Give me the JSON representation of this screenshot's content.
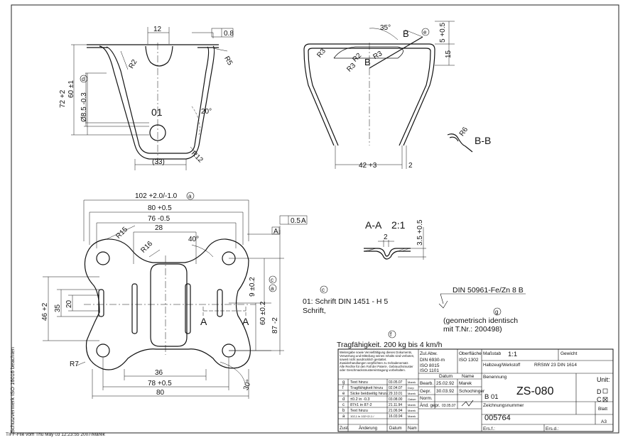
{
  "side_note": "Schutzvermerk ISO 16016 beachten",
  "footer_note": "TIFF-File vom Thu May 03 12:23:55 2007/Marek",
  "drawing": {
    "top_left": {
      "d1": "12",
      "tol": "0.8",
      "r2": "R2",
      "r5": "R5",
      "h1": "72 +2",
      "h2": "60 ±1",
      "hole": "Ø8.5 -0.3",
      "circ_d": "d",
      "part": "01",
      "angle": "20°",
      "r12": "R12",
      "d33": "(33)"
    },
    "top_right": {
      "angle": "35°",
      "b": "B",
      "circ_e": "e",
      "h": "5 +0.5",
      "h15": "15",
      "r3a": "R3",
      "r2": "R2",
      "r3b": "R3",
      "r3c": "R3",
      "b2": "B",
      "w": "42 +3",
      "t": "2"
    },
    "section_bb": {
      "r6": "R6",
      "label": "B-B"
    },
    "plan": {
      "w102": "102 +2.0/-1.0",
      "circ_a": "a",
      "w80": "80 +0.5",
      "w76": "76 -0.5",
      "w28": "28",
      "r15": "R15",
      "r16": "R16",
      "angle40": "40°",
      "tol": "0.5",
      "datum": "A",
      "datum2": "A",
      "d9": "9 ±0.2",
      "d60": "60 ±0.2",
      "d87": "87 -2",
      "circ_a2": "a",
      "circ_c": "c",
      "h46": "46 +2",
      "h35": "35",
      "h20": "20",
      "a1": "A",
      "a2": "A",
      "r7": "R7",
      "w36": "36",
      "w78": "78 +0.5",
      "w80b": "80",
      "angle30": "30°"
    },
    "section_aa": {
      "label": "A-A",
      "scale": "2:1",
      "d2": "2",
      "h": "3.5 +0.5"
    },
    "notes": {
      "circ_c": "c",
      "note1": "01: Schrift DIN 1451 - H 5",
      "note2": "Schrift,",
      "din": "DIN 50961-Fe/Zn 8 B",
      "circ_g": "g",
      "geo1": "(geometrisch identisch",
      "geo2": "mit T.Nr.: 200498)",
      "circ_f": "f",
      "capacity": "Tragfähigkeit. 200 kg bis 4 km/h"
    }
  },
  "title_block": {
    "legal": [
      "Weitergabe sowie Vervielfältigung dieses Dokuments,",
      "Verwertung und Mitteilung seines Inhalts sind verboten,",
      "soweit nicht ausdrücklich gestattet.",
      "Zuwiderhandlungen verpflichten zu Schadenersatz.",
      "Alle Rechte für den Fall der Patent-, Gebrauchsmuster",
      "oder Geschmacksmustereintragung vorbehalten."
    ],
    "zul_abw_label": "Zul.Abw.",
    "zul_abw": [
      "DIN 6930-m",
      "ISO 8015",
      "ISO 1101"
    ],
    "oberflaeche_label": "Oberfläche",
    "oberflaeche": "ISO 1302",
    "massstab_label": "Maßstab",
    "massstab": "1:1",
    "gewicht_label": "Gewicht",
    "werkstoff_label": "Halbzeug/Werkstoff",
    "werkstoff": "RRStW 23  DIN 1614",
    "benennung_label": "Benennung",
    "benennung": "ZS-080",
    "sub_name": "B 01",
    "unit_label": "Unit:",
    "unit_d": "D",
    "unit_c": "C",
    "zeichnungsnummer_label": "Zeichnungsnummer",
    "zeichnungsnummer": "005764",
    "blatt_label": "Blatt",
    "blatt": "A3",
    "ers_f": "Ers.f.:",
    "ers_d": "Ers.d.:",
    "datum_label": "Datum",
    "name_label": "Name",
    "bearb_label": "Bearb.",
    "bearb_date": "25.02.92",
    "bearb_name": "Marek",
    "gepr_label": "Gepr.",
    "gepr_date": "30.03.92",
    "gepr_name": "Schochinger",
    "norm_label": "Norm.",
    "aend_label": "Änd. gepr.",
    "aend_date": "03.05.07",
    "revisions": [
      {
        "z": "g",
        "text": "Text hinzu",
        "date": "03.05.07",
        "name": "Marek"
      },
      {
        "z": "f",
        "text": "Tragfähigkeit hinzu",
        "date": "02.04.07",
        "name": "Dorp"
      },
      {
        "z": "e",
        "text": "Sicke beidseitig hinzu",
        "date": "29.10.01",
        "name": "Marek"
      },
      {
        "z": "d",
        "text": "±0.2 in -0.3",
        "date": "03.08.00",
        "name": "Gaiser"
      },
      {
        "z": "c",
        "text": "87±1 in 87-2",
        "date": "21.11.94",
        "name": "Marek"
      },
      {
        "z": "b",
        "text": "Text hinzu",
        "date": "21.06.94",
        "name": "Marek"
      },
      {
        "z": "a",
        "text": "102,1 in 102+2/-1 /",
        "date": "16.03.94",
        "name": "Marek"
      }
    ],
    "rev_header": {
      "z": "Zust.",
      "text": "Änderung",
      "date": "Datum",
      "name": "Nam"
    }
  }
}
